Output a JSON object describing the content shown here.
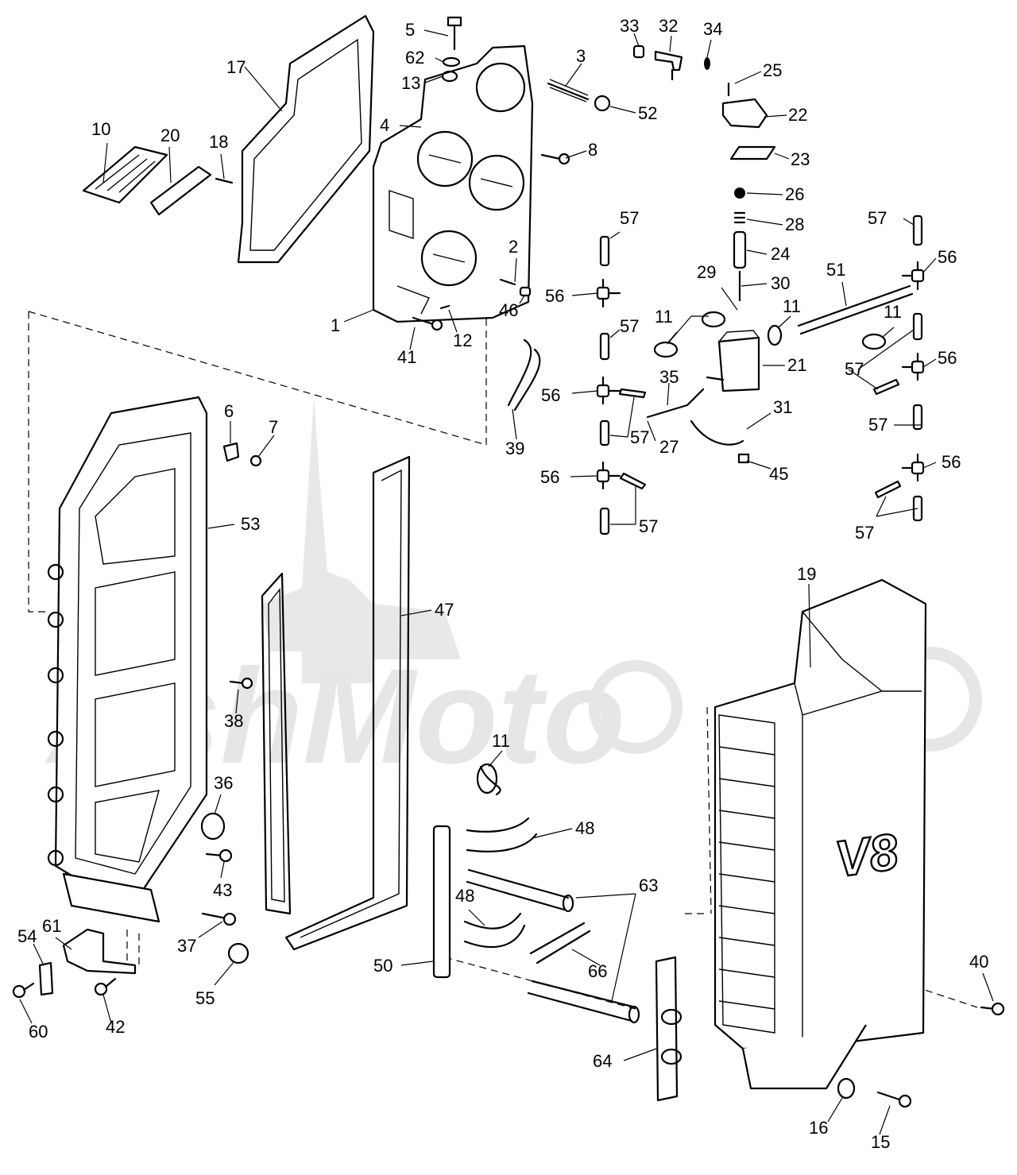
{
  "watermark": {
    "text": "AshMoto"
  },
  "cover": {
    "badge": "V8"
  },
  "callouts": [
    {
      "id": "c-5",
      "text": "5"
    },
    {
      "id": "c-62",
      "text": "62"
    },
    {
      "id": "c-13",
      "text": "13"
    },
    {
      "id": "c-17",
      "text": "17"
    },
    {
      "id": "c-4",
      "text": "4"
    },
    {
      "id": "c-10",
      "text": "10"
    },
    {
      "id": "c-20",
      "text": "20"
    },
    {
      "id": "c-18",
      "text": "18"
    },
    {
      "id": "c-3",
      "text": "3"
    },
    {
      "id": "c-52",
      "text": "52"
    },
    {
      "id": "c-8",
      "text": "8"
    },
    {
      "id": "c-33",
      "text": "33"
    },
    {
      "id": "c-32",
      "text": "32"
    },
    {
      "id": "c-34",
      "text": "34"
    },
    {
      "id": "c-25",
      "text": "25"
    },
    {
      "id": "c-22",
      "text": "22"
    },
    {
      "id": "c-23",
      "text": "23"
    },
    {
      "id": "c-26",
      "text": "26"
    },
    {
      "id": "c-28",
      "text": "28"
    },
    {
      "id": "c-24",
      "text": "24"
    },
    {
      "id": "c-30",
      "text": "30"
    },
    {
      "id": "c-29",
      "text": "29"
    },
    {
      "id": "c-51",
      "text": "51"
    },
    {
      "id": "c-57a",
      "text": "57"
    },
    {
      "id": "c-56a",
      "text": "56"
    },
    {
      "id": "c-57b",
      "text": "57"
    },
    {
      "id": "c-56b",
      "text": "56"
    },
    {
      "id": "c-2",
      "text": "2"
    },
    {
      "id": "c-46",
      "text": "46"
    },
    {
      "id": "c-12",
      "text": "12"
    },
    {
      "id": "c-1",
      "text": "1"
    },
    {
      "id": "c-41",
      "text": "41"
    },
    {
      "id": "c-11a",
      "text": "11"
    },
    {
      "id": "c-11b",
      "text": "11"
    },
    {
      "id": "c-11c",
      "text": "11"
    },
    {
      "id": "c-57c",
      "text": "57"
    },
    {
      "id": "c-21",
      "text": "21"
    },
    {
      "id": "c-57d",
      "text": "57"
    },
    {
      "id": "c-56c",
      "text": "56"
    },
    {
      "id": "c-56d",
      "text": "56"
    },
    {
      "id": "c-35",
      "text": "35"
    },
    {
      "id": "c-31",
      "text": "31"
    },
    {
      "id": "c-57e",
      "text": "57"
    },
    {
      "id": "c-27",
      "text": "27"
    },
    {
      "id": "c-57f",
      "text": "57"
    },
    {
      "id": "c-39",
      "text": "39"
    },
    {
      "id": "c-6",
      "text": "6"
    },
    {
      "id": "c-7",
      "text": "7"
    },
    {
      "id": "c-45",
      "text": "45"
    },
    {
      "id": "c-56e",
      "text": "56"
    },
    {
      "id": "c-56f",
      "text": "56"
    },
    {
      "id": "c-57g",
      "text": "57"
    },
    {
      "id": "c-57h",
      "text": "57"
    },
    {
      "id": "c-53",
      "text": "53"
    },
    {
      "id": "c-19",
      "text": "19"
    },
    {
      "id": "c-47",
      "text": "47"
    },
    {
      "id": "c-38",
      "text": "38"
    },
    {
      "id": "c-11d",
      "text": "11"
    },
    {
      "id": "c-36",
      "text": "36"
    },
    {
      "id": "c-48a",
      "text": "48"
    },
    {
      "id": "c-43",
      "text": "43"
    },
    {
      "id": "c-63",
      "text": "63"
    },
    {
      "id": "c-48b",
      "text": "48"
    },
    {
      "id": "c-61",
      "text": "61"
    },
    {
      "id": "c-37",
      "text": "37"
    },
    {
      "id": "c-54",
      "text": "54"
    },
    {
      "id": "c-40",
      "text": "40"
    },
    {
      "id": "c-50",
      "text": "50"
    },
    {
      "id": "c-66",
      "text": "66"
    },
    {
      "id": "c-55",
      "text": "55"
    },
    {
      "id": "c-60",
      "text": "60"
    },
    {
      "id": "c-42",
      "text": "42"
    },
    {
      "id": "c-64",
      "text": "64"
    },
    {
      "id": "c-16",
      "text": "16"
    },
    {
      "id": "c-15",
      "text": "15"
    }
  ]
}
